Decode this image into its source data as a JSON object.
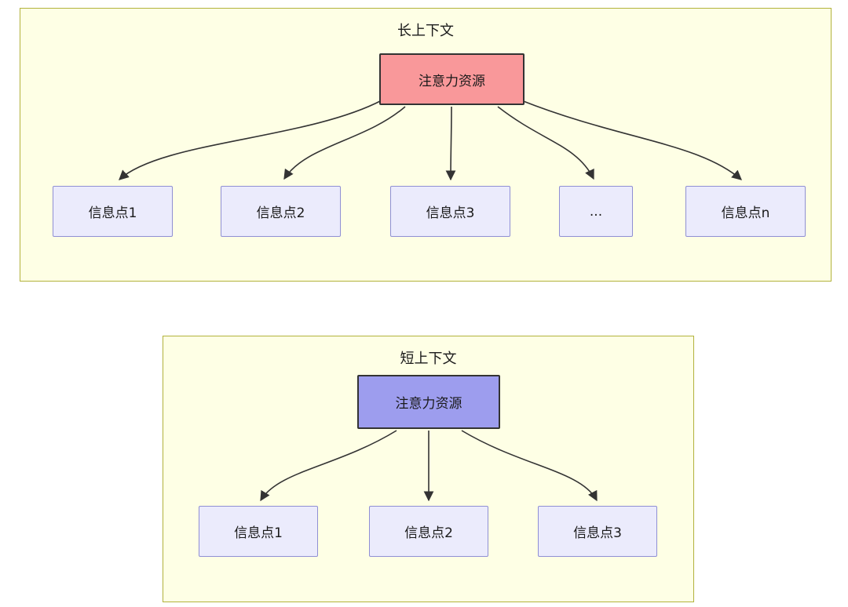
{
  "diagram": {
    "colors": {
      "page_bg": "#ffffff",
      "container_bg": "#feffe5",
      "container_border": "#b2b23c",
      "attention_long_bg": "#f9989a",
      "attention_short_bg": "#9d9dee",
      "node_border": "#333333",
      "info_bg": "#ebebfc",
      "info_border": "#8f8fd4",
      "arrow_color": "#333333",
      "text_color": "#1a1a1a"
    },
    "long_context": {
      "title": "长上下文",
      "attention_label": "注意力资源",
      "info_nodes": [
        "信息点1",
        "信息点2",
        "信息点3",
        "...",
        "信息点n"
      ]
    },
    "short_context": {
      "title": "短上下文",
      "attention_label": "注意力资源",
      "info_nodes": [
        "信息点1",
        "信息点2",
        "信息点3"
      ]
    }
  }
}
